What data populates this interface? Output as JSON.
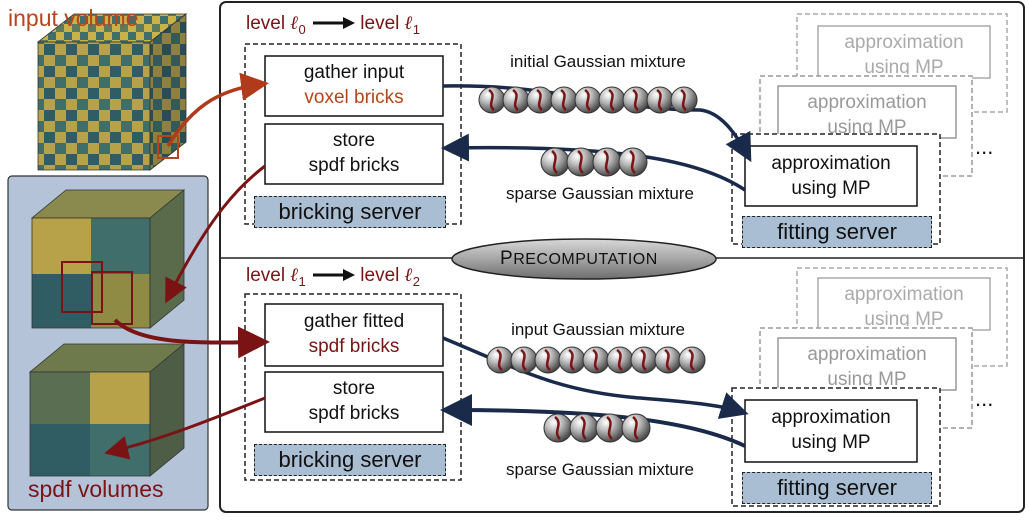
{
  "left": {
    "input_volume_label": "input volume",
    "spdf_volumes_label": "spdf volumes"
  },
  "top": {
    "level_label": {
      "from": "level",
      "from_sub": "0",
      "to": "level",
      "to_sub": "1"
    },
    "gather_box": {
      "line1": "gather input",
      "line2": "voxel bricks"
    },
    "store_box": {
      "line1": "store",
      "line2": "spdf bricks"
    },
    "bricking_server": "bricking server",
    "initial_mixture": "initial Gaussian mixture",
    "sparse_mixture": "sparse Gaussian mixture",
    "approx_box": {
      "line1": "approximation",
      "line2": "using MP"
    },
    "fitting_server": "fitting server",
    "ghost_approx": {
      "line1": "approximation",
      "line2": "using MP"
    },
    "ellipsis": "..."
  },
  "precomputation": {
    "first": "P",
    "rest": "RECOMPUTATION"
  },
  "bottom": {
    "level_label": {
      "from": "level",
      "from_sub": "1",
      "to": "level",
      "to_sub": "2"
    },
    "gather_box": {
      "line1": "gather fitted",
      "line2": "spdf bricks"
    },
    "store_box": {
      "line1": "store",
      "line2": "spdf bricks"
    },
    "bricking_server": "bricking server",
    "input_mixture": "input Gaussian mixture",
    "sparse_mixture": "sparse Gaussian mixture",
    "approx_box": {
      "line1": "approximation",
      "line2": "using MP"
    },
    "fitting_server": "fitting server",
    "ghost_approx": {
      "line1": "approximation",
      "line2": "using MP"
    },
    "ellipsis": "..."
  },
  "colors": {
    "panel_blue": "#b5c3d8",
    "server_blue": "#a9bdd3",
    "cube_yellow": "#c9b24a",
    "cube_teal": "#3f6e6b",
    "arrow_red": "#7a1414",
    "arrow_navy": "#1a2a4a"
  }
}
